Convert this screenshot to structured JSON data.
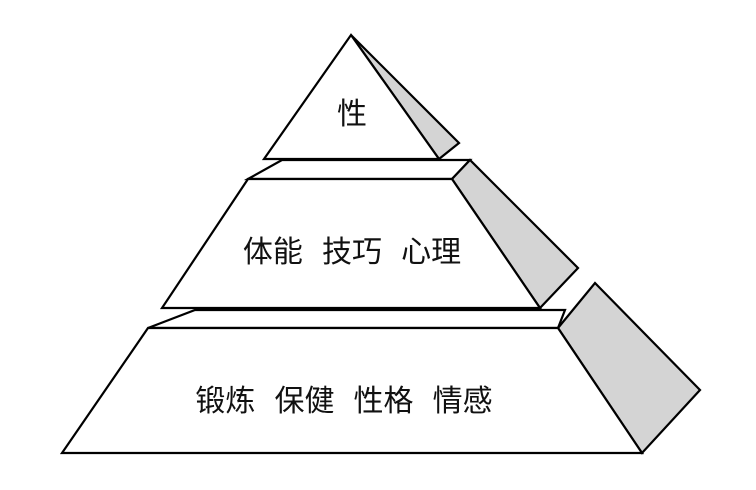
{
  "pyramid": {
    "tiers": [
      {
        "id": "top",
        "label": "性"
      },
      {
        "id": "middle",
        "label": "体能  技巧  心理"
      },
      {
        "id": "bottom",
        "label": "锻炼  保健  性格  情感"
      }
    ],
    "colors": {
      "front_face": "#ffffff",
      "side_face": "#d4d4d4",
      "outline": "#000000",
      "text": "#111111"
    }
  }
}
